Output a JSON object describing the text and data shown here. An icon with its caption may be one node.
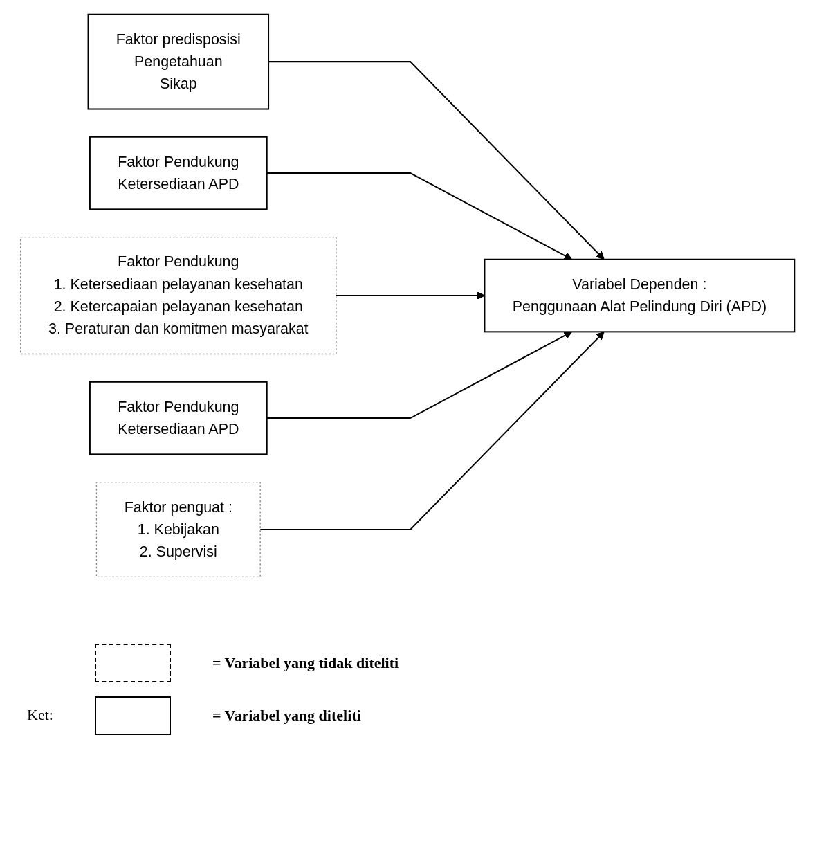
{
  "diagram": {
    "nodes": [
      {
        "text": [
          "Faktor predisposisi",
          "Pengetahuan",
          "Sikap"
        ]
      },
      {
        "text": [
          "Faktor Pendukung",
          "Ketersediaan APD"
        ]
      },
      {
        "text": [
          "Faktor Pendukung",
          "1. Ketersediaan pelayanan kesehatan",
          "2. Ketercapaian pelayanan kesehatan",
          "3. Peraturan dan komitmen masyarakat"
        ]
      },
      {
        "text": [
          "Faktor Pendukung",
          "Ketersediaan APD"
        ]
      },
      {
        "text": [
          "Faktor penguat :",
          "1. Kebijakan",
          "2. Supervisi"
        ]
      },
      {
        "text": [
          "Variabel Dependen :",
          "Penggunaan Alat Pelindung Diri (APD)"
        ]
      }
    ],
    "edges": [
      {
        "from": 0,
        "to": 5,
        "arrow": "to"
      },
      {
        "from": 1,
        "to": 5,
        "arrow": "to"
      },
      {
        "from": 2,
        "to": 5,
        "arrow": "to"
      },
      {
        "from": 3,
        "to": 5,
        "arrow": "to"
      },
      {
        "from": 4,
        "to": 5,
        "arrow": "to"
      }
    ],
    "labels": [
      "Ket:"
    ],
    "legend": [
      {
        "text": "= Variabel yang tidak diteliti"
      },
      {
        "text": "= Variabel yang diteliti"
      }
    ]
  }
}
